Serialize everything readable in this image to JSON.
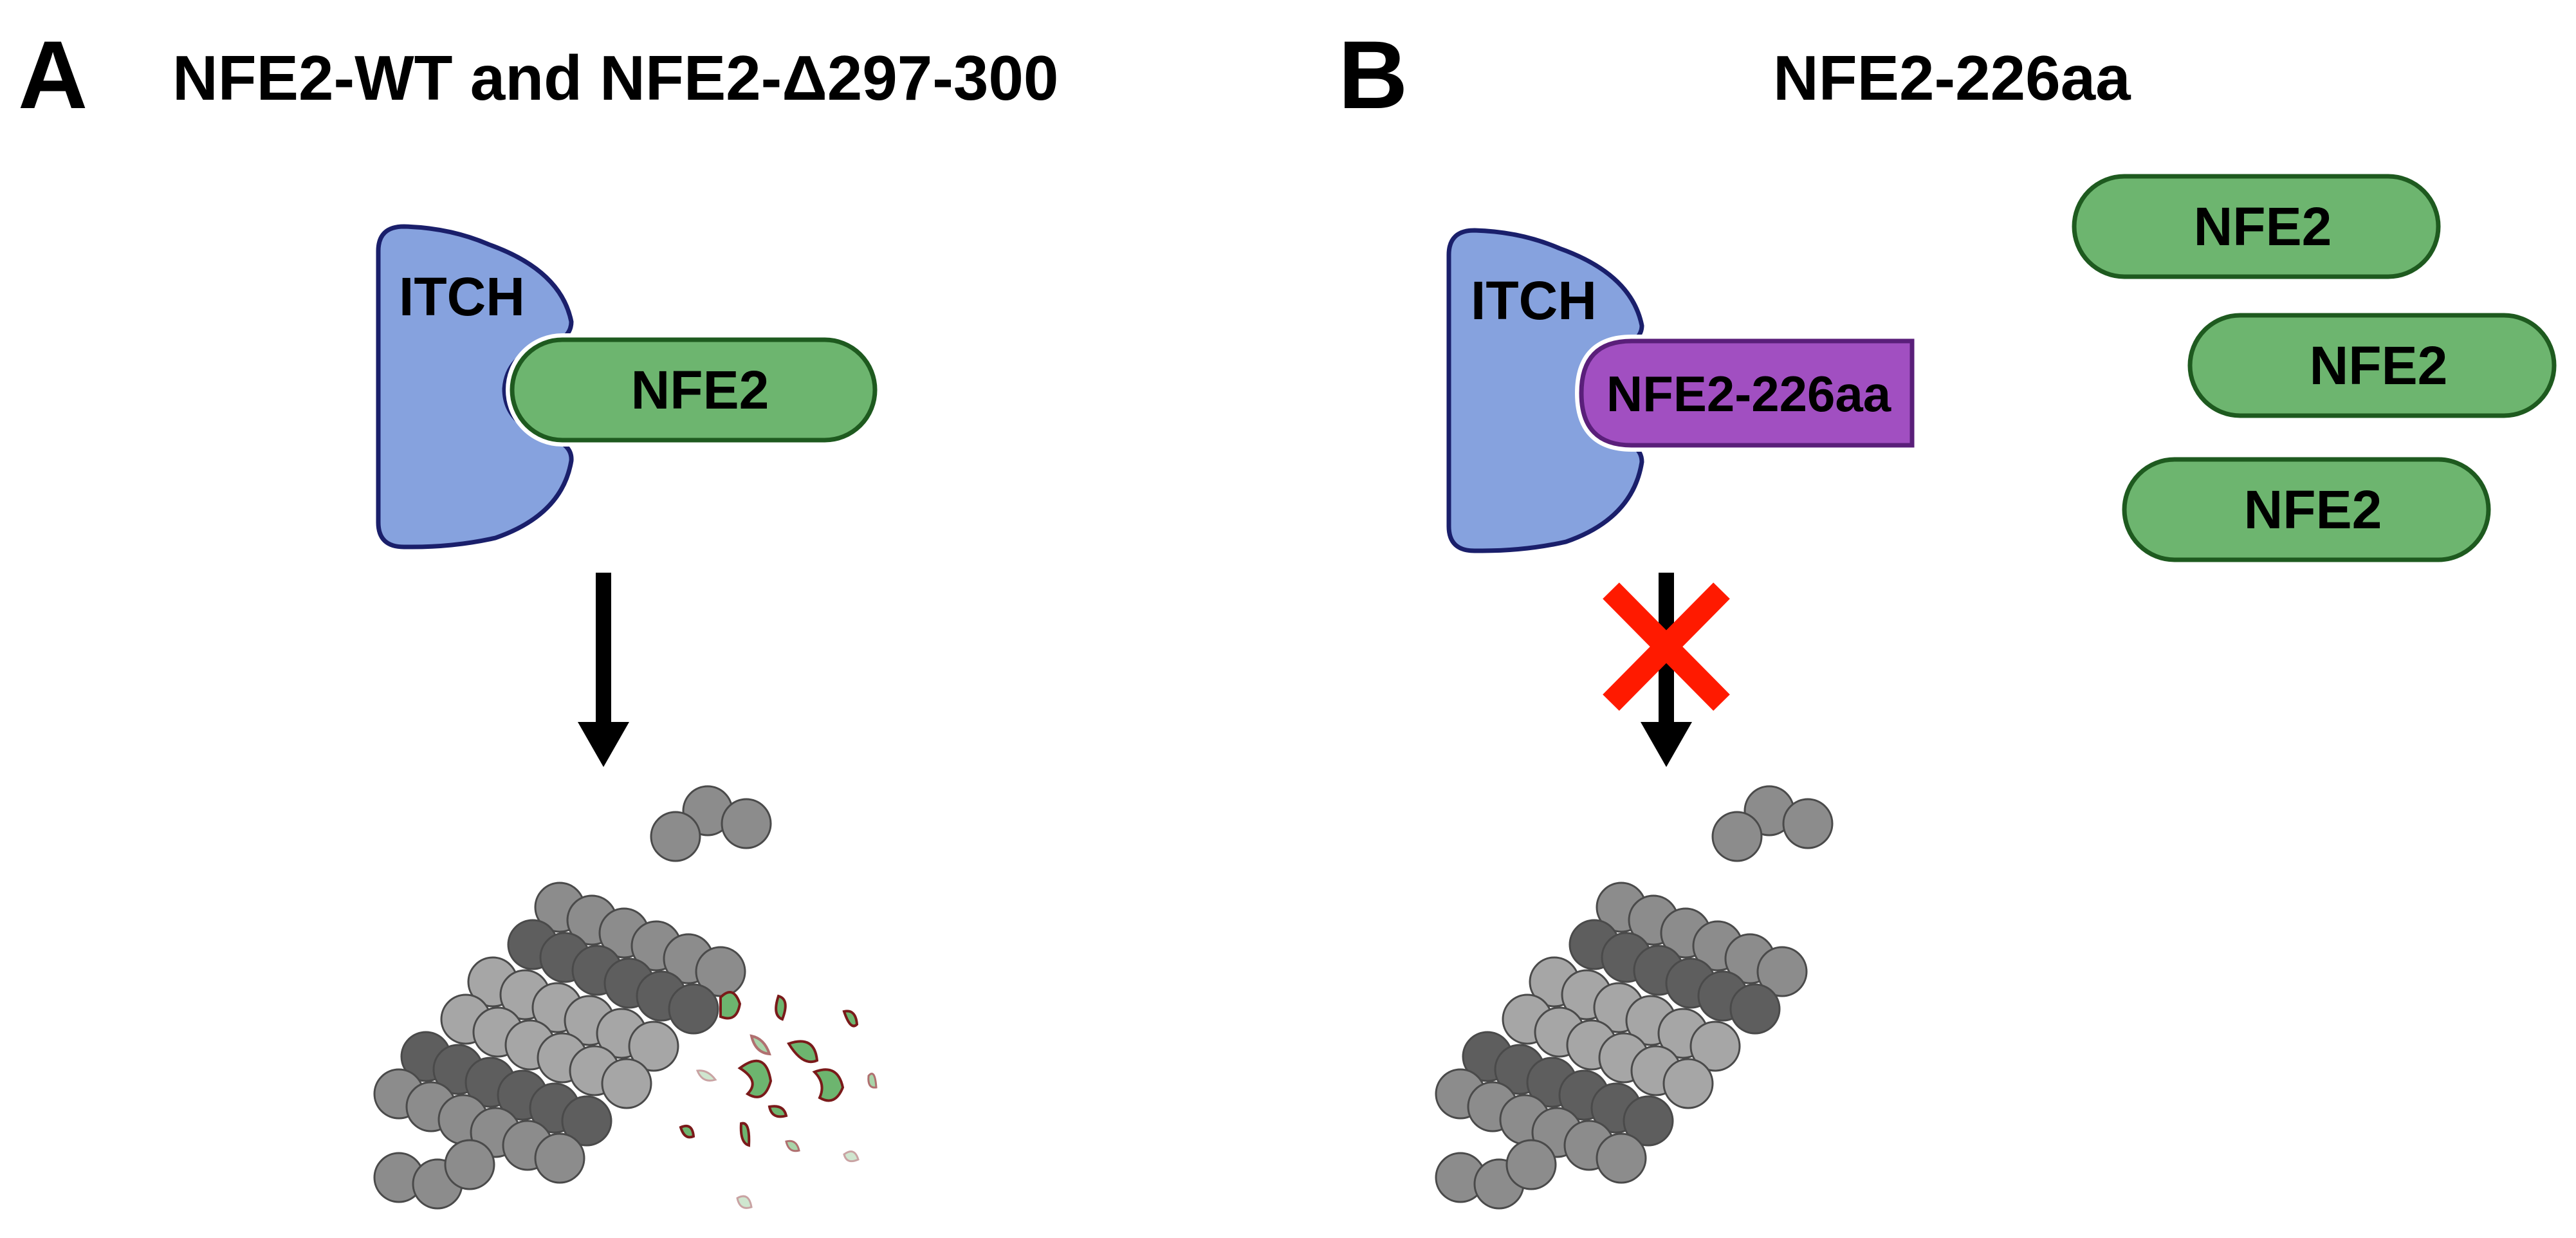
{
  "panel_a": {
    "letter": "A",
    "title": "NFE2-WT and NFE2-Δ297-300",
    "itch_label": "ITCH",
    "nfe2_label": "NFE2"
  },
  "panel_b": {
    "letter": "B",
    "title": "NFE2-226aa",
    "itch_label": "ITCH",
    "truncated_label": "NFE2-226aa",
    "free_nfe2_labels": [
      "NFE2",
      "NFE2",
      "NFE2"
    ]
  },
  "colors": {
    "itch_fill": "#86a2de",
    "itch_stroke": "#1a1f6b",
    "nfe2_fill": "#6db56f",
    "nfe2_stroke": "#1e5a1f",
    "truncated_fill": "#a14fc1",
    "truncated_stroke": "#5a1f7a",
    "block_cross": "#ff1a00",
    "arrow": "#000000",
    "fragment_stroke": "#7a1a1a"
  },
  "icons": {
    "proteasome": "proteasome-icon",
    "degradation_fragments": "degraded-fragments-icon",
    "block": "cross-icon",
    "arrow": "down-arrow-icon"
  }
}
